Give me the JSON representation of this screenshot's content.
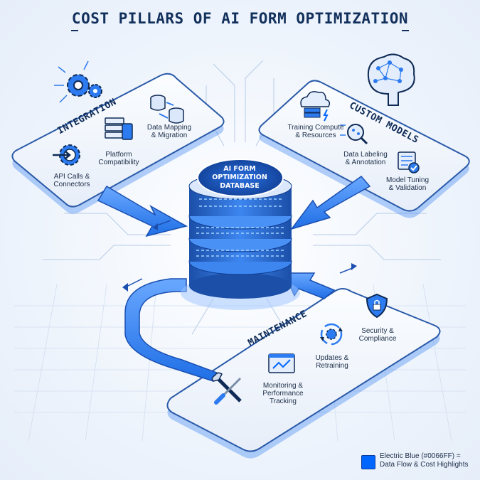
{
  "title": "COST PILLARS OF AI FORM OPTIMIZATION",
  "hub": {
    "label": "AI FORM\nOPTIMIZATION\nDATABASE"
  },
  "pillars": {
    "integration": {
      "title": "INTEGRATION",
      "items": [
        "API Calls &\nConnectors",
        "Platform\nCompatibility",
        "Data Mapping\n& Migration"
      ]
    },
    "custom_models": {
      "title": "CUSTOM MODELS",
      "items": [
        "Training Compute\n& Resources",
        "Data Labeling\n& Annotation",
        "Model Tuning\n& Validation"
      ]
    },
    "maintenance": {
      "title": "MAINTENANCE",
      "items": [
        "Monitoring &\nPerformance\nTracking",
        "Updates &\nRetraining",
        "Security &\nCompliance"
      ]
    }
  },
  "legend": {
    "color": "#0066FF",
    "text": "Electric Blue (#0066FF) =\nData Flow & Cost Highlights"
  },
  "colors": {
    "accent": "#0066ff",
    "navy": "#12305c",
    "panel": "#f2f6fc"
  },
  "icons": [
    "gears-icon",
    "database-stack-icon",
    "server-rack-icon",
    "plug-gear-icon",
    "brain-network-icon",
    "cloud-server-icon",
    "magnifier-icon",
    "tuning-check-icon",
    "shield-lock-icon",
    "refresh-gear-icon",
    "chart-monitor-icon",
    "wrench-screwdriver-icon"
  ]
}
